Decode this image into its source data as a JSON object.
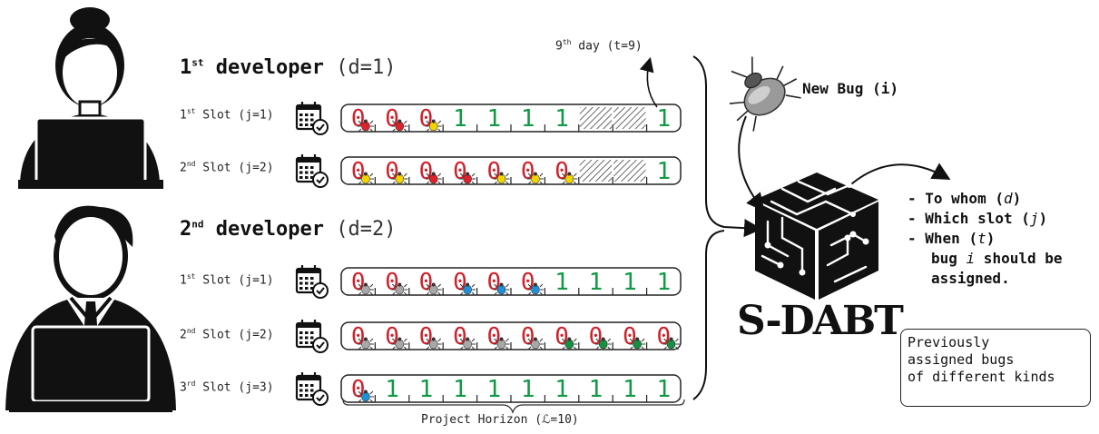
{
  "developers": [
    {
      "ordinal_num": "1",
      "ordinal_suffix": "st",
      "title": "developer",
      "param": "(d=1)",
      "slots": [
        {
          "ordinal_num": "1",
          "ordinal_suffix": "st",
          "label": "Slot (j=1)",
          "cells": [
            "0",
            "0",
            "0",
            "1",
            "1",
            "1",
            "1",
            "h",
            "h",
            "1"
          ],
          "bugs": [
            "red",
            "red",
            "yellow",
            null,
            null,
            null,
            null,
            null,
            null,
            null
          ]
        },
        {
          "ordinal_num": "2",
          "ordinal_suffix": "nd",
          "label": "Slot (j=2)",
          "cells": [
            "0",
            "0",
            "0",
            "0",
            "0",
            "0",
            "0",
            "h",
            "h",
            "1"
          ],
          "bugs": [
            "yellow",
            "yellow",
            "red",
            "red",
            "yellow",
            "yellow",
            "yellow",
            null,
            null,
            null
          ]
        }
      ]
    },
    {
      "ordinal_num": "2",
      "ordinal_suffix": "nd",
      "title": "developer",
      "param": "(d=2)",
      "slots": [
        {
          "ordinal_num": "1",
          "ordinal_suffix": "st",
          "label": "Slot (j=1)",
          "cells": [
            "0",
            "0",
            "0",
            "0",
            "0",
            "0",
            "1",
            "1",
            "1",
            "1"
          ],
          "bugs": [
            "gray",
            "gray",
            "gray",
            "blue",
            "blue",
            "blue",
            null,
            null,
            null,
            null
          ]
        },
        {
          "ordinal_num": "2",
          "ordinal_suffix": "nd",
          "label": "Slot (j=2)",
          "cells": [
            "0",
            "0",
            "0",
            "0",
            "0",
            "0",
            "0",
            "0",
            "0",
            "0"
          ],
          "bugs": [
            "gray",
            "gray",
            "gray",
            "gray",
            "gray",
            "gray",
            "green",
            "green",
            "green",
            "green"
          ]
        },
        {
          "ordinal_num": "3",
          "ordinal_suffix": "rd",
          "label": "Slot (j=3)",
          "cells": [
            "0",
            "1",
            "1",
            "1",
            "1",
            "1",
            "1",
            "1",
            "1",
            "1"
          ],
          "bugs": [
            "blue",
            null,
            null,
            null,
            null,
            null,
            null,
            null,
            null,
            null
          ]
        }
      ]
    }
  ],
  "day_annotation": {
    "ordinal_num": "9",
    "ordinal_suffix": "th",
    "text": "day (t=9)"
  },
  "horizon_label": "Project Horizon (ℒ=10)",
  "new_bug_label": "New Bug (i)",
  "system_name": "S-DABT",
  "questions": [
    {
      "prefix": "- To whom ",
      "var": "d"
    },
    {
      "prefix": "- Which slot ",
      "var": "j"
    },
    {
      "prefix": "- When ",
      "var": "t"
    }
  ],
  "question_tail": [
    "bug ",
    "i",
    " should be",
    "assigned."
  ],
  "legend_lines": [
    "Previously",
    "assigned bugs",
    "of different kinds"
  ],
  "colors": {
    "zero": "#d0202a",
    "one": "#119944",
    "bug_red": "#e0202a",
    "bug_yellow": "#f2d400",
    "bug_gray": "#a8a8a8",
    "bug_blue": "#1e90d6",
    "bug_green": "#159040"
  },
  "icons": [
    "developer-female-icon",
    "developer-male-icon",
    "calendar-check-icon",
    "beetle-icon",
    "circuit-cube-icon",
    "arrow-icon"
  ]
}
